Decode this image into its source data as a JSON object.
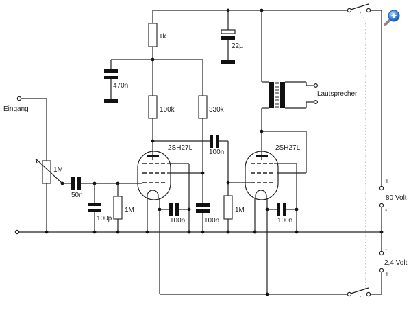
{
  "diagram": {
    "type": "tube-amplifier-schematic",
    "labels": {
      "input": "Eingang",
      "speaker": "Lautsprecher",
      "supply_high": "80 Volt",
      "supply_low": "2,4 Volt",
      "plus": "+",
      "minus": "-"
    },
    "tubes": [
      {
        "id": "V1",
        "label": "2SH27L"
      },
      {
        "id": "V2",
        "label": "2SH27L"
      }
    ],
    "components": {
      "r_1k": "1k",
      "c_470n": "470n",
      "c_22u": "22µ",
      "r_100k": "100k",
      "r_330k": "330k",
      "pot_1m": "1M",
      "c_50n": "50n",
      "c_100p": "100p",
      "r_grid1_1m": "1M",
      "c_cath1_100n": "100n",
      "c_screen1_100n": "100n",
      "c_coupling_100n": "100n",
      "r_grid2_1m": "1M",
      "c_cath2_100n": "100n"
    }
  },
  "controls": {
    "zoom_icon": "magnifier-plus"
  }
}
